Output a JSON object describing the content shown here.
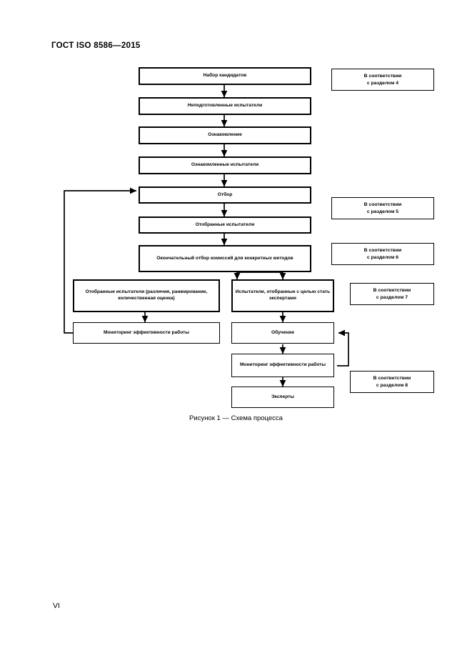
{
  "document": {
    "header": "ГОСТ ISO 8586—2015",
    "page_number": "VI",
    "figure_caption": "Рисунок 1 — Схема процесса"
  },
  "flowchart": {
    "nodes": [
      {
        "id": "recruitment",
        "label": "Набор кандидатов"
      },
      {
        "id": "untrained",
        "label": "Неподготовленные испытатели"
      },
      {
        "id": "familiarization",
        "label": "Ознакомление"
      },
      {
        "id": "familiarized",
        "label": "Ознакомленные испытатели"
      },
      {
        "id": "selection",
        "label": "Отбор"
      },
      {
        "id": "selected",
        "label": "Отобранные испытатели"
      },
      {
        "id": "final-selection",
        "label": "Окончательный отбор комиссий для конкретных методов"
      },
      {
        "id": "selected-methods",
        "label": "Отобранные испытатели (различия, ранжирование, количественная оценка)"
      },
      {
        "id": "selected-experts",
        "label": "Испытатели, отобранные с целью стать экспертами"
      },
      {
        "id": "monitoring-left",
        "label": "Мониторинг эффективности работы"
      },
      {
        "id": "training",
        "label": "Обучение"
      },
      {
        "id": "monitoring-right",
        "label": "Мониторинг эффективности работы"
      },
      {
        "id": "experts",
        "label": "Эксперты"
      }
    ],
    "references": [
      {
        "id": "ref-4",
        "label": "В соответствии\nс разделом 4",
        "line1": "В соответствии",
        "line2": "с разделом 4"
      },
      {
        "id": "ref-5",
        "label": "В соответствии\nс разделом 5",
        "line1": "В соответствии",
        "line2": "с разделом 5"
      },
      {
        "id": "ref-6",
        "label": "В соответствии\nс разделом 6",
        "line1": "В соответствии",
        "line2": "с разделом 6"
      },
      {
        "id": "ref-7",
        "label": "В соответствии\nс разделом 7",
        "line1": "В соответствии",
        "line2": "с разделом 7"
      },
      {
        "id": "ref-8",
        "label": "В соответствии\nс разделом 8",
        "line1": "В соответствии",
        "line2": "с разделом 8"
      }
    ]
  },
  "colors": {
    "page_background": "#ffffff",
    "ink": "#000000",
    "node_border": "#000000"
  }
}
